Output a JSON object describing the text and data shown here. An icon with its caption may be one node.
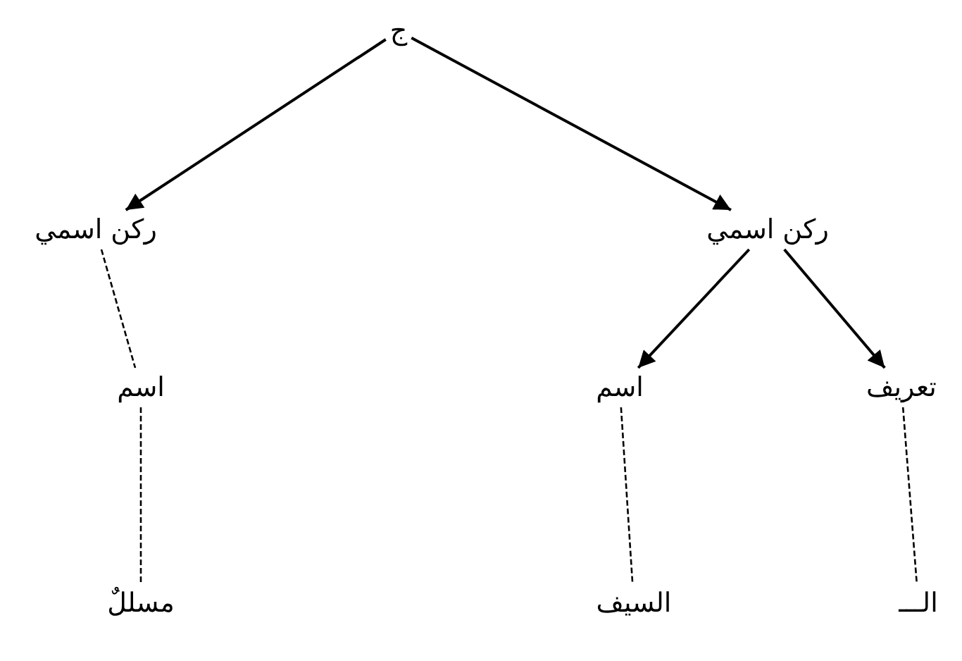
{
  "diagram": {
    "nodes": [
      {
        "text": [
          "ج"
        ]
      },
      {
        "text": [
          "ركن اسمي"
        ]
      },
      {
        "text": [
          "ركن اسمي"
        ]
      },
      {
        "text": [
          "اسم"
        ]
      },
      {
        "text": [
          "اسم"
        ]
      },
      {
        "text": [
          "تعريف"
        ]
      },
      {
        "text": [
          "مسللٌ"
        ]
      },
      {
        "text": [
          "السيف"
        ]
      },
      {
        "text": [
          "الـــ"
        ]
      }
    ],
    "edges": [
      {
        "from": 0,
        "to": 1,
        "arrow": "to"
      },
      {
        "from": 0,
        "to": 2,
        "arrow": "to"
      },
      {
        "from": 2,
        "to": 4,
        "arrow": "to"
      },
      {
        "from": 2,
        "to": 5,
        "arrow": "to"
      },
      {
        "from": 1,
        "to": 3,
        "arrow": "none",
        "style": "dashed"
      },
      {
        "from": 3,
        "to": 6,
        "arrow": "none",
        "style": "dashed"
      },
      {
        "from": 4,
        "to": 7,
        "arrow": "none",
        "style": "dashed"
      },
      {
        "from": 5,
        "to": 8,
        "arrow": "none",
        "style": "dashed"
      }
    ]
  }
}
